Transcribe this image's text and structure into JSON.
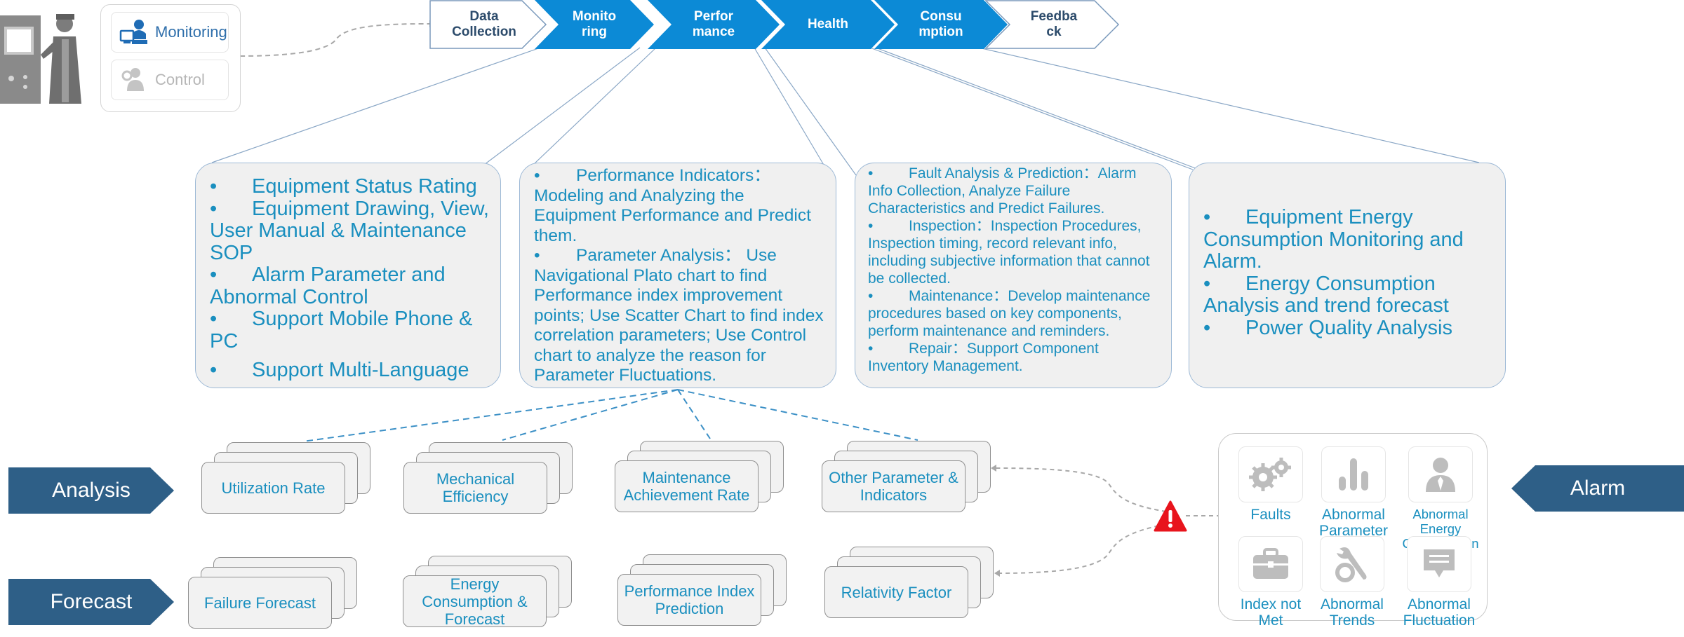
{
  "mode_panel": {
    "monitoring_label": "Monitoring",
    "control_label": "Control"
  },
  "process_steps": [
    {
      "label": "Data\nCollection",
      "style": "outline"
    },
    {
      "label": "Monito\nring",
      "style": "filled"
    },
    {
      "label": "Perfor\nmance",
      "style": "filled"
    },
    {
      "label": "Health",
      "style": "filled"
    },
    {
      "label": "Consu\nmption",
      "style": "filled"
    },
    {
      "label": "Feedba\nck",
      "style": "outline"
    }
  ],
  "details": {
    "monitoring": [
      "Equipment Status Rating",
      "Equipment Drawing, View, User Manual & Maintenance SOP",
      "Alarm Parameter and Abnormal Control",
      "Support Mobile Phone & PC",
      "Support Multi-Language"
    ],
    "performance": [
      "Performance Indicators：Modeling and Analyzing the Equipment Performance and Predict them.",
      "Parameter Analysis： Use Navigational Plato chart to find Performance index improvement points; Use Scatter Chart to find index correlation parameters; Use Control chart to analyze the reason for Parameter Fluctuations."
    ],
    "health": [
      "Fault Analysis & Prediction：Alarm Info Collection, Analyze Failure Characteristics and Predict Failures.",
      "Inspection：Inspection Procedures, Inspection timing, record relevant info, including subjective information that cannot be collected.",
      "Maintenance：Develop maintenance procedures based on key components, perform maintenance and reminders.",
      "Repair：Support Component Inventory Management."
    ],
    "consumption": [
      "Equipment Energy Consumption Monitoring and Alarm.",
      "Energy Consumption Analysis and trend forecast",
      "Power Quality Analysis"
    ]
  },
  "analysis": {
    "label": "Analysis",
    "cards": [
      "Utilization Rate",
      "Mechanical Efficiency",
      "Maintenance Achievement Rate",
      "Other Parameter & Indicators"
    ]
  },
  "forecast": {
    "label": "Forecast",
    "cards": [
      "Failure Forecast",
      "Energy Consumption & Forecast",
      "Performance Index Prediction",
      "Relativity Factor"
    ]
  },
  "alarm": {
    "label": "Alarm",
    "items": [
      {
        "label": "Faults",
        "icon": "gears-icon"
      },
      {
        "label": "Abnormal Parameter",
        "icon": "bar-chart-icon"
      },
      {
        "label": "Abnormal Energy Consumption",
        "icon": "person-icon"
      },
      {
        "label": "Index not Met",
        "icon": "briefcase-icon"
      },
      {
        "label": "Abnormal Trends",
        "icon": "wrench-gear-icon"
      },
      {
        "label": "Abnormal Fluctuation",
        "icon": "chat-bubble-icon"
      }
    ]
  },
  "colors": {
    "chevron_blue": "#0c8ad6",
    "text_blue": "#1a8fbf",
    "label_navy": "#2e5f87",
    "alarm_red": "#e8141c"
  }
}
